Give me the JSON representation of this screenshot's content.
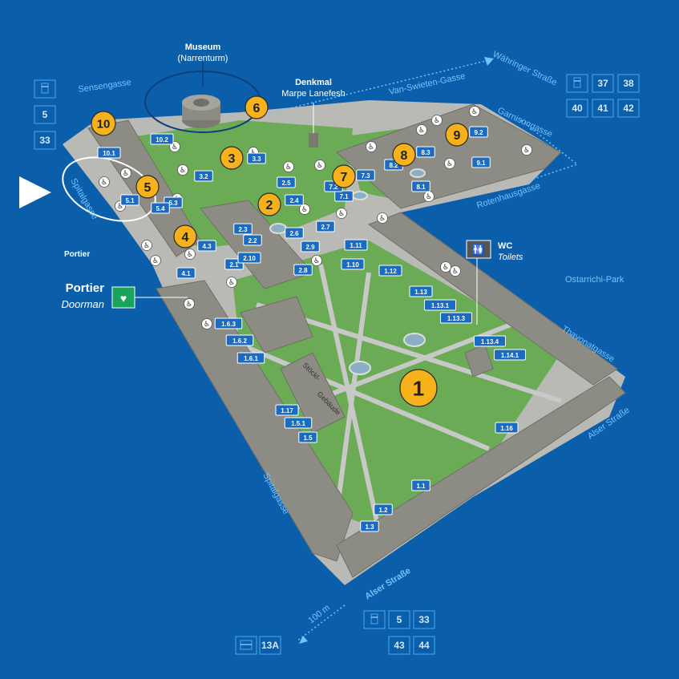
{
  "colors": {
    "background": "#0b5faa",
    "lawn": "#6cab55",
    "building": "#8d8c84",
    "path": "#bfbfbf",
    "marker": "#f7b11b",
    "tag": "#1b6bc0",
    "street_text": "#74c3ff"
  },
  "streets": {
    "sensengasse": "Sensengasse",
    "van_swieten": "Van-Swieten-Gasse",
    "waehringer": "Währinger Straße",
    "garnisongasse": "Garnisongasse",
    "rotenhausgasse": "Rotenhausgasse",
    "spitalgasse_top": "Spitalgasse",
    "spitalgasse_bottom": "Spitalgasse",
    "ostarrichi": "Ostarrichi-Park",
    "thavonatgasse": "Thavonatgasse",
    "alser_right": "Alser Straße",
    "alser_bottom": "Alser Straße",
    "distance": "100 m"
  },
  "labels": {
    "museum_title": "Museum",
    "museum_sub": "(Narrenturm)",
    "denkmal_title": "Denkmal",
    "denkmal_sub": "Marpe Lanefesh",
    "wc_title": "WC",
    "wc_sub": "Toilets",
    "portier_small": "Portier",
    "portier_big": "Portier",
    "doorman": "Doorman",
    "stoeckl_1": "Stöckl-",
    "stoeckl_2": "Gebäude"
  },
  "courtyards": [
    "1",
    "2",
    "3",
    "4",
    "5",
    "6",
    "7",
    "8",
    "9",
    "10"
  ],
  "tags": [
    "10.1",
    "10.2",
    "3.2",
    "3.3",
    "5.1",
    "5.3",
    "5.4",
    "4.3",
    "4.1",
    "2.1",
    "2.10",
    "2.2",
    "2.3",
    "2.4",
    "2.5",
    "2.6",
    "2.7",
    "2.8",
    "2.9",
    "7.1",
    "7.2",
    "7.3",
    "8.1",
    "8.2",
    "8.3",
    "9.1",
    "9.2",
    "1.11",
    "1.10",
    "1.12",
    "1.13",
    "1.13.1",
    "1.13.3",
    "1.13.4",
    "1.14.1",
    "1.6.3",
    "1.6.2",
    "1.6.1",
    "1.17",
    "1.5.1",
    "1.5",
    "1.16",
    "1.1",
    "1.2",
    "1.3"
  ],
  "transit": {
    "top_left": [
      "5",
      "33"
    ],
    "top_right": [
      "37",
      "38",
      "40",
      "41",
      "42"
    ],
    "bottom_center": [
      "5",
      "33",
      "43",
      "44"
    ],
    "bus": [
      "13A"
    ]
  },
  "icons": {
    "tram": "tram-icon",
    "bus": "bus-icon",
    "wheelchair": "wheelchair-icon",
    "aed": "aed-heart-icon",
    "toilet": "toilet-icon",
    "arrow": "entrance-arrow-icon"
  }
}
